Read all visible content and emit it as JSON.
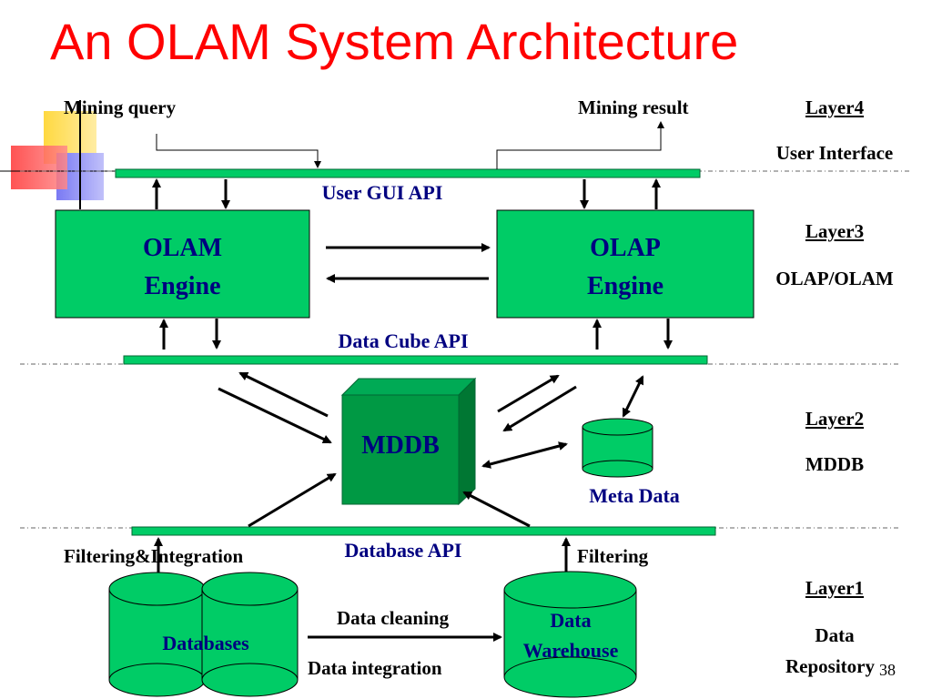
{
  "slide": {
    "title": "An OLAM System Architecture",
    "page_number": "38"
  },
  "user_io": {
    "mining_query": "Mining query",
    "mining_result": "Mining result"
  },
  "layers": [
    {
      "name": "Layer4",
      "description": "User Interface"
    },
    {
      "name": "Layer3",
      "description": "OLAP/OLAM"
    },
    {
      "name": "Layer2",
      "description": "MDDB"
    },
    {
      "name": "Layer1",
      "description_line1": "Data",
      "description_line2": "Repository"
    }
  ],
  "apis": {
    "user_gui": "User GUI API",
    "data_cube": "Data Cube API",
    "database": "Database API"
  },
  "engines": {
    "olam_line1": "OLAM",
    "olam_line2": "Engine",
    "olap_line1": "OLAP",
    "olap_line2": "Engine"
  },
  "mddb": {
    "label": "MDDB",
    "meta_data": "Meta Data"
  },
  "repository": {
    "databases": "Databases",
    "warehouse_line1": "Data",
    "warehouse_line2": "Warehouse",
    "filtering_integration": "Filtering&Integration",
    "filtering": "Filtering",
    "data_cleaning": "Data cleaning",
    "data_integration": "Data integration"
  },
  "colors": {
    "green": "#00cc66",
    "dark_green": "#009944",
    "title_red": "#ff0000",
    "navy": "#000080"
  }
}
